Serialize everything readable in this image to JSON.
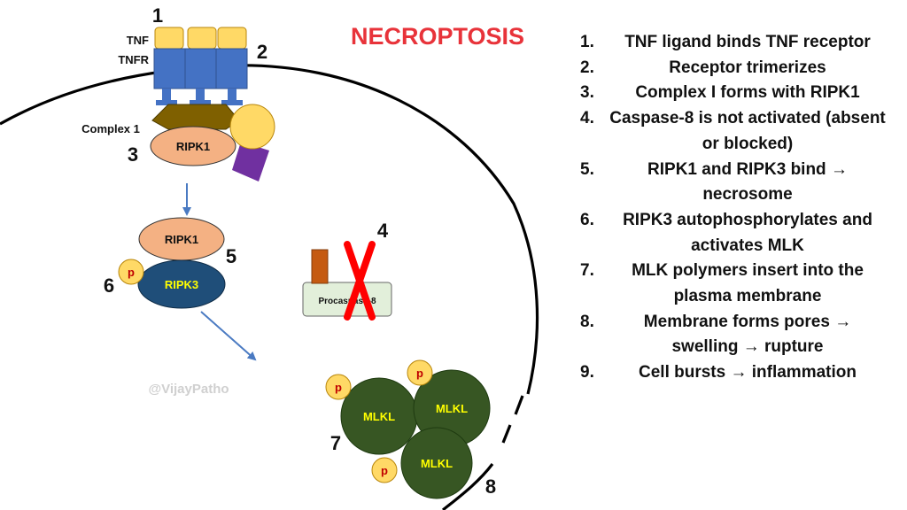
{
  "title": "NECROPTOSIS",
  "watermark": "@VijayPatho",
  "colors": {
    "title": "#e8333a",
    "receptor": "#4472c4",
    "ligand": "#ffd966",
    "complex": "#7f6000",
    "ripk1": "#f4b183",
    "ripk3": "#1f4e79",
    "ripk3_text": "#ffff00",
    "mlkl": "#375623",
    "mlkl_text": "#ffff00",
    "phospho": "#ffd966",
    "phospho_text": "#c00000",
    "cross": "#ff0000",
    "procaspase": "#e2efda",
    "arrow": "#4a7ac2"
  },
  "labels": {
    "tnf": "TNF",
    "tnfr": "TNFR",
    "complex1": "Complex 1",
    "ripk1_top": "RIPK1",
    "ripk1_mid": "RIPK1",
    "ripk3": "RIPK3",
    "p": "p",
    "procaspase": "Procaspase-8",
    "mlkl": "MLKL"
  },
  "numbers": [
    "1",
    "2",
    "3",
    "4",
    "5",
    "6",
    "7",
    "8"
  ],
  "steps": [
    {
      "n": "1.",
      "text": "TNF ligand binds TNF receptor"
    },
    {
      "n": "2.",
      "text": "Receptor trimerizes"
    },
    {
      "n": "3.",
      "text": "Complex I forms with RIPK1"
    },
    {
      "n": "4.",
      "text": "Caspase-8 is not activated (absent or blocked)"
    },
    {
      "n": "5.",
      "text": "RIPK1 and RIPK3 bind → necrosome"
    },
    {
      "n": "6.",
      "text": "RIPK3 autophosphorylates and activates MLK"
    },
    {
      "n": "7.",
      "text": "MLK polymers insert into the plasma membrane"
    },
    {
      "n": "8.",
      "text": "Membrane forms pores → swelling → rupture"
    },
    {
      "n": "9.",
      "text": "Cell bursts → inflammation"
    }
  ]
}
